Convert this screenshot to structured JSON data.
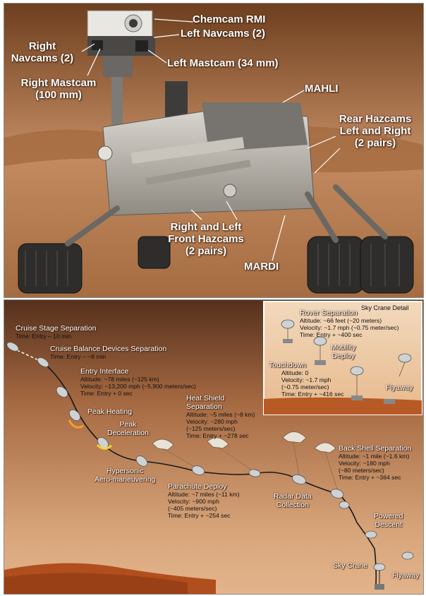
{
  "rover_labels": {
    "chemcam_rmi": "Chemcam RMI",
    "left_navcams": "Left Navcams (2)",
    "right_navcams_1": "Right",
    "right_navcams_2": "Navcams (2)",
    "left_mastcam": "Left Mastcam (34 mm)",
    "right_mastcam_1": "Right Mastcam",
    "right_mastcam_2": "(100 mm)",
    "mahli": "MAHLI",
    "rear_hazcams_1": "Rear Hazcams",
    "rear_hazcams_2": "Left and Right",
    "rear_hazcams_3": "(2 pairs)",
    "front_hazcams_1": "Right and Left",
    "front_hazcams_2": "Front Hazcams",
    "front_hazcams_3": "(2 pairs)",
    "mardi": "MARDI"
  },
  "edl": {
    "cruise_stage": {
      "title": "Cruise Stage Separation",
      "lines": [
        "Time: Entry – 10 min"
      ]
    },
    "cruise_balance": {
      "title": "Cruise Balance Devices Separation",
      "lines": [
        "Time: Entry – ~8 min"
      ]
    },
    "entry_interface": {
      "title": "Entry Interface",
      "lines": [
        "Altitude: ~78 miles (~125 km)",
        "Velocity: ~13,200 mph (~5,900 meters/sec)",
        "Time: Entry + 0 sec"
      ]
    },
    "peak_heating": {
      "title": "Peak Heating"
    },
    "peak_decel": {
      "title_1": "Peak",
      "title_2": "Deceleration"
    },
    "hypersonic": {
      "title_1": "Hypersonic",
      "title_2": "Aero-maneuvering"
    },
    "heat_shield": {
      "title_1": "Heat Shield",
      "title_2": "Separation",
      "lines": [
        "Altitude: ~5 miles (~8 km)",
        "Velocity: ~280 mph",
        "(~125 meters/sec)",
        "Time: Entry + ~278 sec"
      ]
    },
    "parachute": {
      "title": "Parachute Deploy",
      "lines": [
        "Altitude: ~7 miles (~11 km)",
        "Velocity: ~900 mph",
        "(~405 meters/sec)",
        "Time: Entry + ~254 sec"
      ]
    },
    "radar": {
      "title_1": "Radar Data",
      "title_2": "Collection"
    },
    "back_shell": {
      "title": "Back Shell Separation",
      "lines": [
        "Altitude: ~1 mile (~1.6 km)",
        "Velocity: ~180 mph",
        "(~80 meters/sec)",
        "Time: Entry + ~364 sec"
      ]
    },
    "powered": {
      "title_1": "Powered",
      "title_2": "Descent"
    },
    "sky_crane": {
      "title": "Sky Crane"
    },
    "flyaway": {
      "title": "Flyaway"
    }
  },
  "sky_crane_detail": {
    "title": "Sky Crane Detail",
    "rover_sep": {
      "title": "Rover Separation",
      "lines": [
        "Altitude: ~66 feet (~20 meters)",
        "Velocity: ~1.7 mph (~0.75 meter/sec)",
        "Time: Entry + ~400 sec"
      ]
    },
    "mobility": {
      "title_1": "Mobility",
      "title_2": "Deploy"
    },
    "touchdown": {
      "title": "Touchdown",
      "lines": [
        "Altitude: 0",
        "Velocity: ~1.7 mph",
        "(~0.75 meter/sec)",
        "Time: Entry + ~416 sec"
      ]
    },
    "flyaway": {
      "title": "Flyaway"
    }
  }
}
